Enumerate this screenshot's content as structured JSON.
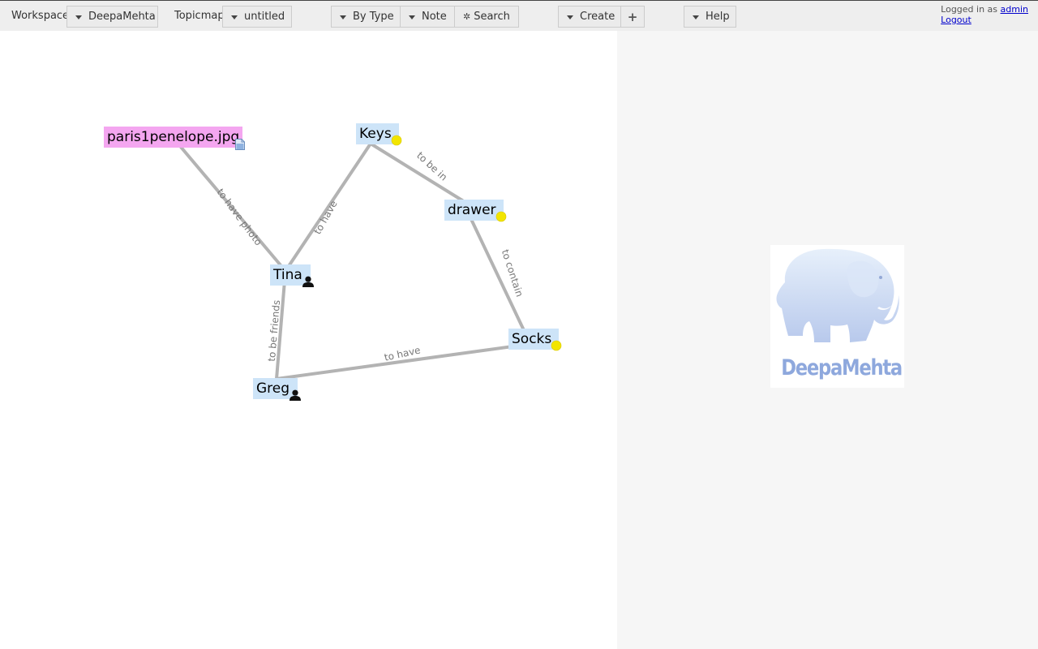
{
  "toolbar": {
    "workspace_label": "Workspace",
    "workspace_value": "DeepaMehta",
    "topicmap_label": "Topicmap",
    "topicmap_value": "untitled",
    "by_type_label": "By Type",
    "note_label": "Note",
    "search_label": "Search",
    "create_label": "Create",
    "add_label": "+",
    "help_label": "Help"
  },
  "login": {
    "prefix": "Logged in as",
    "username": "admin",
    "logout_label": "Logout"
  },
  "topicmap": {
    "topics": [
      {
        "id": "paris",
        "label": "paris1penelope.jpg",
        "type": "file"
      },
      {
        "id": "keys",
        "label": "Keys",
        "type": "thing"
      },
      {
        "id": "drawer",
        "label": "drawer",
        "type": "thing"
      },
      {
        "id": "tina",
        "label": "Tina",
        "type": "person"
      },
      {
        "id": "socks",
        "label": "Socks",
        "type": "thing"
      },
      {
        "id": "greg",
        "label": "Greg",
        "type": "person"
      }
    ],
    "associations": [
      {
        "from": "tina",
        "to": "paris",
        "label": "to have photo"
      },
      {
        "from": "tina",
        "to": "keys",
        "label": "to have"
      },
      {
        "from": "keys",
        "to": "drawer",
        "label": "to be in"
      },
      {
        "from": "drawer",
        "to": "socks",
        "label": "to contain"
      },
      {
        "from": "tina",
        "to": "greg",
        "label": "to be friends"
      },
      {
        "from": "greg",
        "to": "socks",
        "label": "to have"
      }
    ]
  },
  "detail_panel": {
    "logo_text": "DeepaMehta"
  },
  "colors": {
    "toolbar_bg": "#eeeeee",
    "topic_bg": "#cde4f8",
    "file_topic_bg": "#f4a6f0",
    "association_line": "#b3b3b3",
    "thing_icon": "#f2e500",
    "panel_bg": "#f6f6f6",
    "logo_text": "#8ea8dd"
  },
  "icons": {
    "dropdown": "caret-down-icon",
    "search": "gear-icon",
    "file_topic": "document-icon",
    "person_topic": "person-icon",
    "thing_topic": "yellow-circle-icon",
    "logo": "elephant-logo"
  }
}
